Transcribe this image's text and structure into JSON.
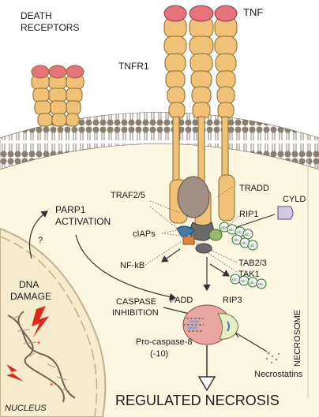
{
  "labels": {
    "death_receptors_line1": "DEATH",
    "death_receptors_line2": "RECEPTORS",
    "tnf": "TNF",
    "tnfr1": "TNFR1",
    "traf": "TRAF2/5",
    "tradd": "TRADD",
    "rip1": "RIP1",
    "cyld": "CYLD",
    "parp1_line1": "PARP1",
    "parp1_line2": "ACTIVATION",
    "question": "?",
    "ciaps": "cIAPs",
    "tab": "TAB2/3",
    "tak": "TAK1",
    "nfkb": "NF-kB",
    "dna_line1": "DNA",
    "dna_line2": "DAMAGE",
    "caspase_line1": "CASPASE",
    "caspase_line2": "INHIBITION",
    "fadd": "FADD",
    "rip3": "RIP3",
    "necrosome": "NECROSOME",
    "procasp_line1": "Pro-caspase-8",
    "procasp_line2": "(-10)",
    "necrostatins": "Necrostatins",
    "regulated_necrosis": "REGULATED NECROSIS",
    "nucleus": "NUCLEUS",
    "ub": "Ub"
  },
  "colors": {
    "receptor": "#efc277",
    "receptor_stroke": "#8a6a2a",
    "tnf": "#e8727a",
    "membrane_head": "#8a7f6e",
    "cytoplasm": "#fbf6df",
    "nucleus": "#f4eccd",
    "necrosome": "#e9a7a1",
    "rip3": "#e7eec5",
    "accent_red": "#e3261c"
  }
}
